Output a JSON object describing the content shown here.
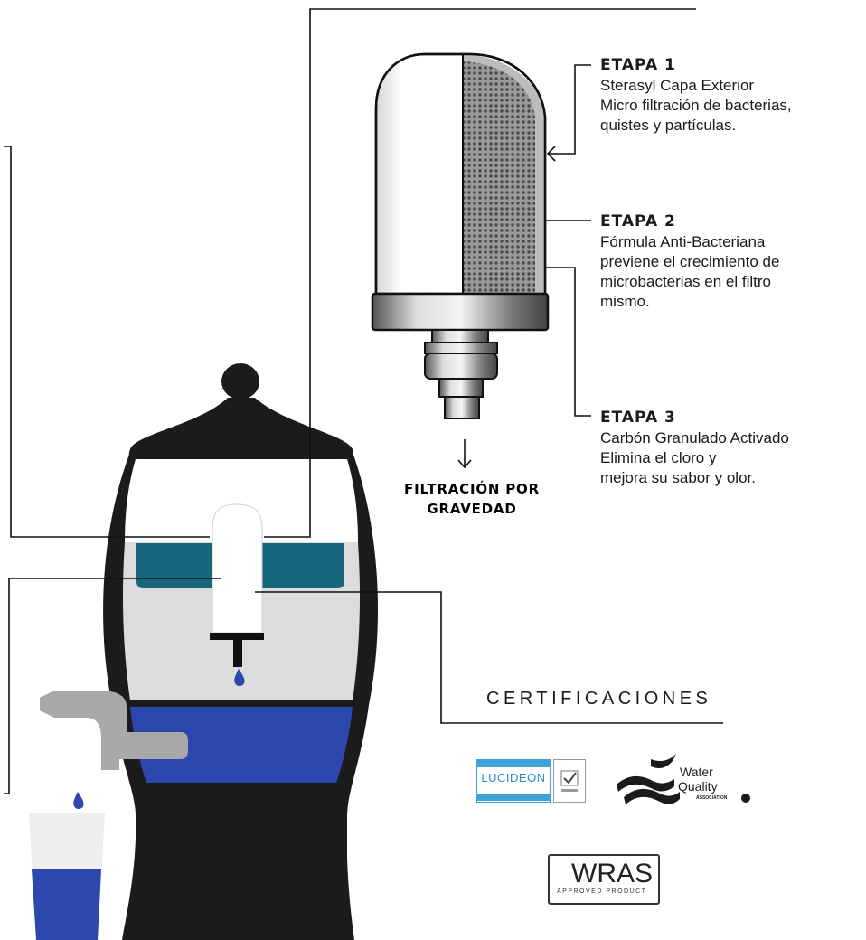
{
  "stages": [
    {
      "title": "ETAPA  1",
      "lines": [
        "Sterasyl Capa Exterior",
        "Micro filtración de bacterias,",
        "quistes y partículas."
      ]
    },
    {
      "title": "ETAPA 2",
      "lines": [
        "Fórmula Anti-Bacteriana",
        "previene el crecimiento de",
        "microbacterias en el filtro",
        "mismo."
      ]
    },
    {
      "title": "ETAPA 3",
      "lines": [
        "Carbón Granulado Activado",
        "Elimina el cloro y",
        "mejora su sabor y olor."
      ]
    }
  ],
  "gravity": {
    "line1": "FILTRACIÓN POR",
    "line2": "GRAVEDAD"
  },
  "certifications": {
    "heading": "CERTIFICACIONES",
    "lucideon": "LUCIDEON",
    "water_quality": {
      "line1": "Water",
      "line2": "Quality",
      "line3": "ASSOCIATION"
    },
    "wras": {
      "word": "WRAS",
      "sub": "APPROVED PRODUCT"
    }
  },
  "colors": {
    "dispenser_body": "#1b1b1b",
    "chamber_grey": "#dcdcdc",
    "filtered_water": "#2c47ae",
    "unfiltered_water": "#16677b",
    "filter_white": "#ffffff",
    "mesh_grey": "#8a8a8a",
    "tap_grey": "#a9a9a9"
  }
}
